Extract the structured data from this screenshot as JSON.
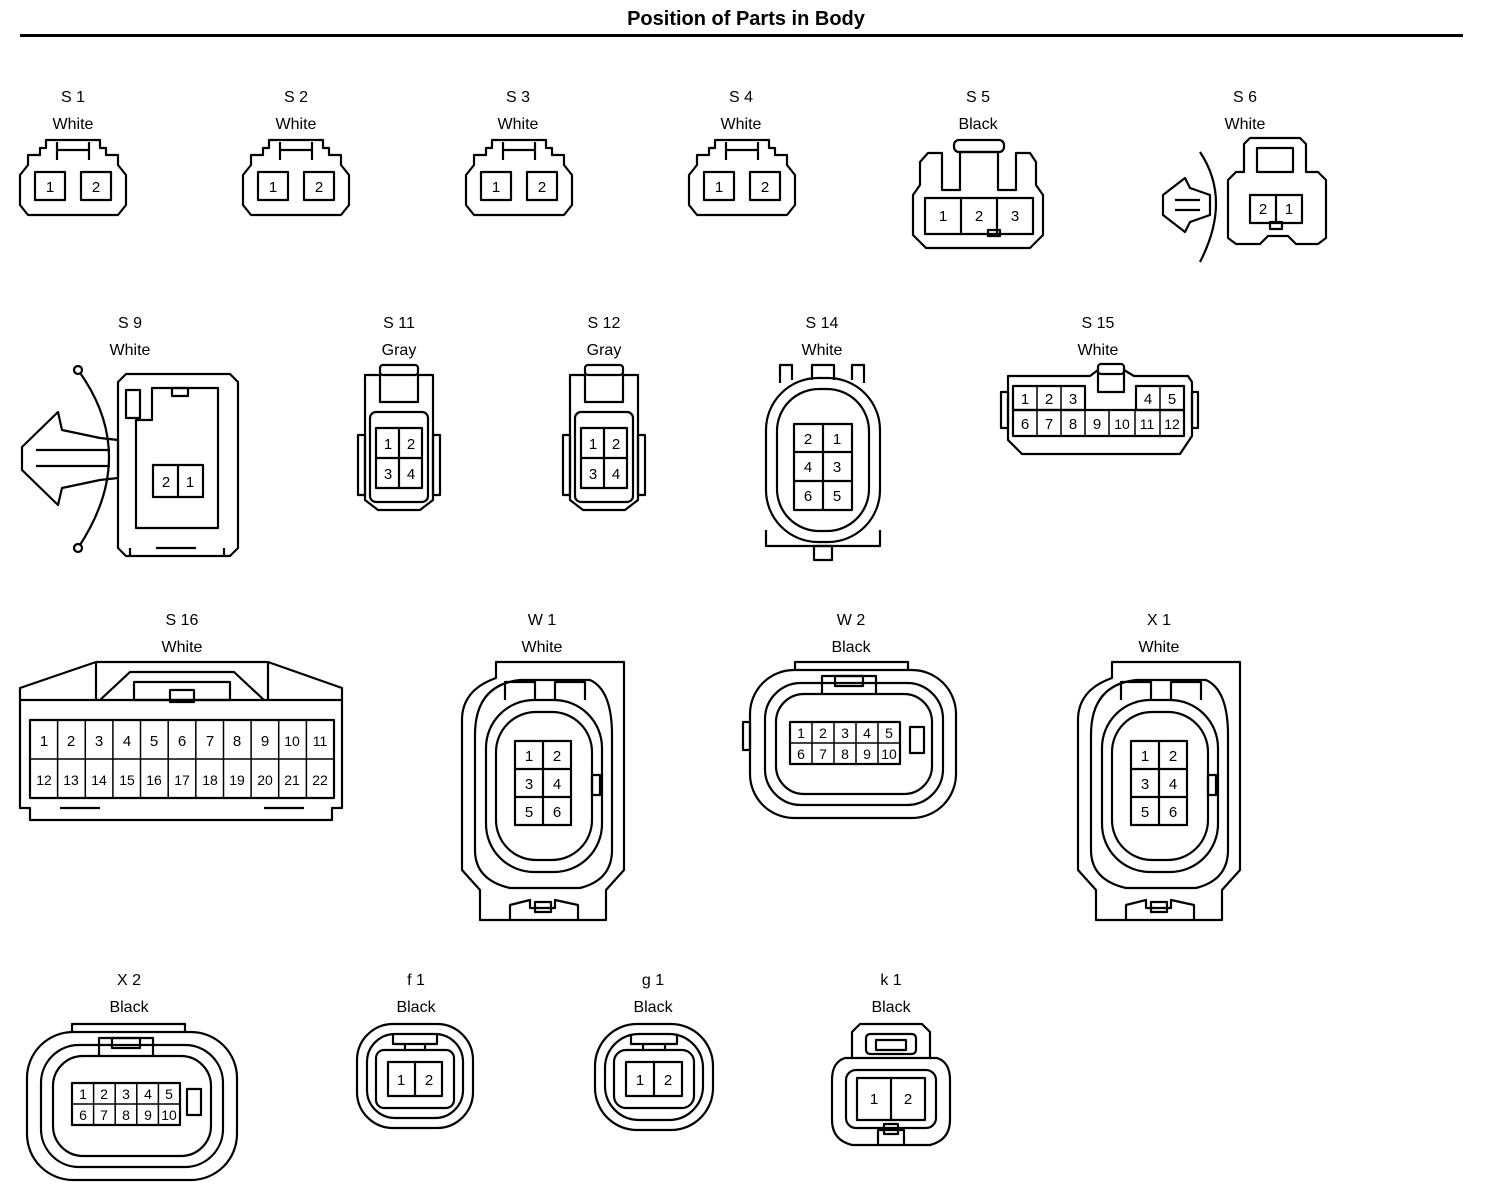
{
  "page": {
    "title": "Position of Parts in Body"
  },
  "connectors": {
    "S1": {
      "code": "S 1",
      "color": "White"
    },
    "S2": {
      "code": "S 2",
      "color": "White"
    },
    "S3": {
      "code": "S 3",
      "color": "White"
    },
    "S4": {
      "code": "S 4",
      "color": "White"
    },
    "S5": {
      "code": "S 5",
      "color": "Black"
    },
    "S6": {
      "code": "S 6",
      "color": "White"
    },
    "S9": {
      "code": "S 9",
      "color": "White"
    },
    "S11": {
      "code": "S 11",
      "color": "Gray"
    },
    "S12": {
      "code": "S 12",
      "color": "Gray"
    },
    "S14": {
      "code": "S 14",
      "color": "White"
    },
    "S15": {
      "code": "S 15",
      "color": "White"
    },
    "S16": {
      "code": "S 16",
      "color": "White"
    },
    "W1": {
      "code": "W 1",
      "color": "White"
    },
    "W2": {
      "code": "W 2",
      "color": "Black"
    },
    "X1": {
      "code": "X 1",
      "color": "White"
    },
    "X2": {
      "code": "X 2",
      "color": "Black"
    },
    "f1": {
      "code": "f 1",
      "color": "Black"
    },
    "g1": {
      "code": "g 1",
      "color": "Black"
    },
    "k1": {
      "code": "k 1",
      "color": "Black"
    }
  }
}
